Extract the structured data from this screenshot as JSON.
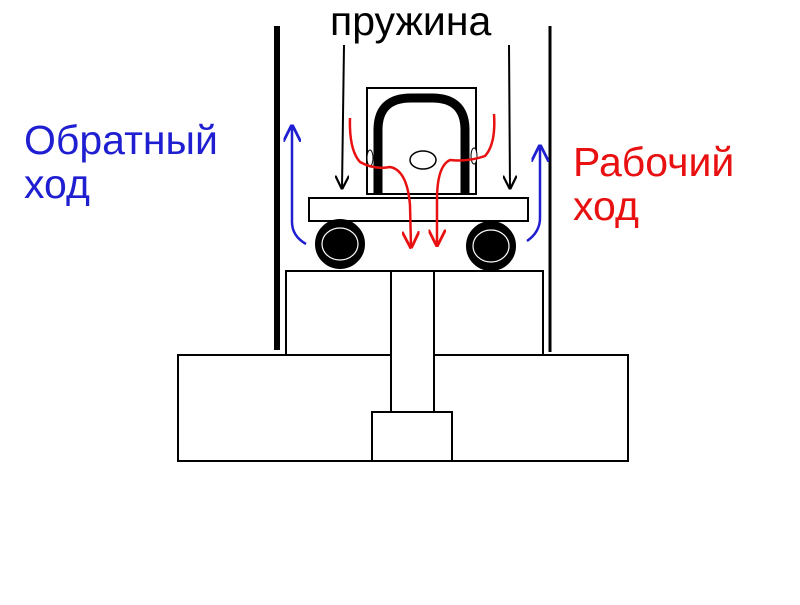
{
  "labels": {
    "spring": "пружина",
    "return_stroke": [
      "Обратный",
      "ход"
    ],
    "working_stroke": [
      "Рабочий",
      "ход"
    ]
  },
  "colors": {
    "outline": "#000000",
    "return_flow": "#1f1fd1",
    "working_flow": "#e81010"
  }
}
